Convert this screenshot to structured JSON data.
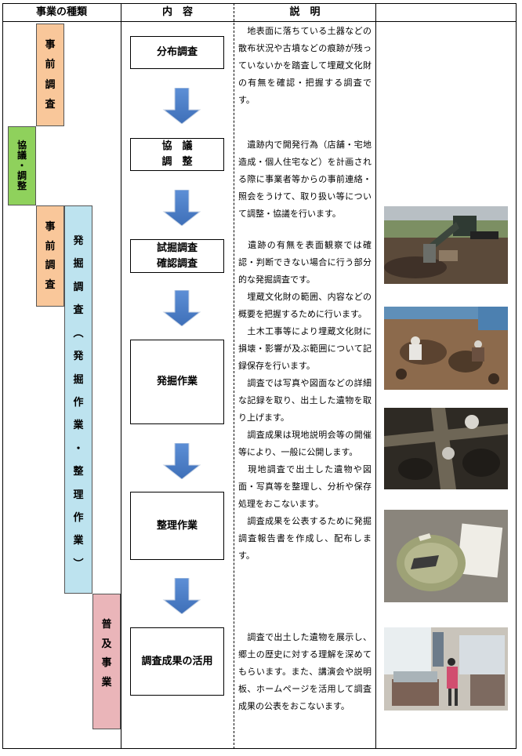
{
  "headers": {
    "type": "事業の種類",
    "content": "内　容",
    "explanation": "説　明"
  },
  "categories": {
    "pre_survey_1": [
      "事",
      "前",
      "調",
      "査"
    ],
    "consultation": [
      "協",
      "議",
      "・",
      "調",
      "整"
    ],
    "pre_survey_2": [
      "事",
      "前",
      "調",
      "査"
    ],
    "excavation": [
      "発",
      "掘",
      "調",
      "査",
      "︵",
      "発",
      "掘",
      "作",
      "業",
      "・",
      "整",
      "理",
      "作",
      "業",
      "︶"
    ],
    "outreach": [
      "普",
      "及",
      "事",
      "業"
    ]
  },
  "steps": [
    {
      "label_lines": [
        "分布調査"
      ]
    },
    {
      "label_lines": [
        "協　議",
        "調　整"
      ]
    },
    {
      "label_lines": [
        "試掘調査",
        "確認調査"
      ]
    },
    {
      "label_lines": [
        "発掘作業"
      ]
    },
    {
      "label_lines": [
        "整理作業"
      ]
    },
    {
      "label_lines": [
        "調査成果の活用"
      ]
    }
  ],
  "descriptions": {
    "distribution": "　地表面に落ちている土器などの散布状況や古墳などの痕跡が残っていないかを踏査して埋蔵文化財の有無を確認・把握する調査です。",
    "consultation": "　遺跡内で開発行為（店舗・宅地造成・個人住宅など）を計画される際に事業者等からの事前連絡・照会をうけて、取り扱い等について調整・協議を行います。",
    "trial_1": "　遺跡の有無を表面観察では確認・判断できない場合に行う部分的な発掘調査です。",
    "trial_2": "　埋蔵文化財の範囲、内容などの概要を把握するために行います。",
    "excavation_1": "　土木工事等により埋蔵文化財に損壊・影響が及ぶ範囲について記録保存を行います。",
    "excavation_2": "　調査では写真や図面などの詳細な記録を取り、出土した遺物を取り上げます。",
    "excavation_3": "　調査成果は現地説明会等の開催等により、一般に公開します。",
    "organizing_1": "　現地調査で出土した遺物や図面・写真等を整理し、分析や保存処理をおこないます。",
    "organizing_2": "　調査成果を公表するために発掘調査報告書を作成し、配布します。",
    "utilization": "　調査で出土した遺物を展示し、郷土の歴史に対する理解を深めてもらいます。また、講演会や説明板、ホームページを活用して調査成果の公表をおこないます。"
  },
  "colors": {
    "orange": "#f9c79a",
    "green": "#8fd15c",
    "blue": "#bde3ef",
    "pink": "#eab5b9",
    "arrow": "#4a7cc4"
  }
}
